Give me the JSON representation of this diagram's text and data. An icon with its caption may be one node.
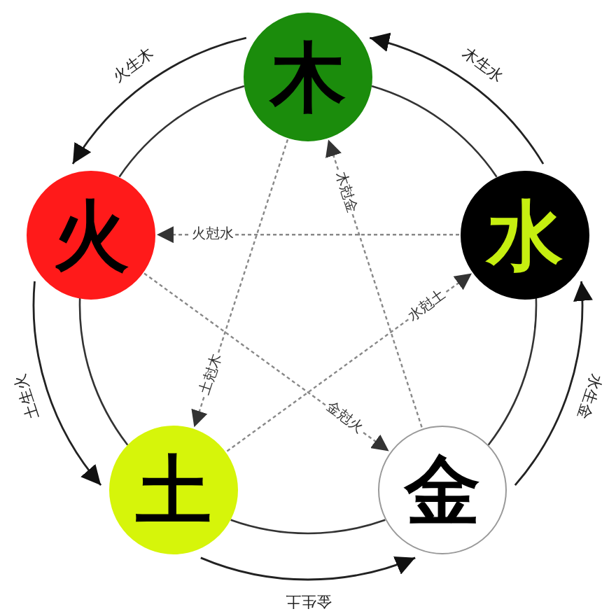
{
  "diagram": {
    "nodes": [
      {
        "text": [
          "木"
        ]
      },
      {
        "text": [
          "火"
        ]
      },
      {
        "text": [
          "水"
        ]
      },
      {
        "text": [
          "土"
        ]
      },
      {
        "text": [
          "金"
        ]
      }
    ],
    "edges": [
      {
        "from": 0,
        "to": 1,
        "arrow": "none"
      },
      {
        "from": 1,
        "to": 3,
        "arrow": "none"
      },
      {
        "from": 3,
        "to": 4,
        "arrow": "none"
      },
      {
        "from": 4,
        "to": 2,
        "arrow": "none"
      },
      {
        "from": 2,
        "to": 0,
        "arrow": "none"
      },
      {
        "from": 0,
        "to": 1,
        "arrow": "to",
        "label": "火生木"
      },
      {
        "from": 2,
        "to": 0,
        "arrow": "to",
        "label": "木生水"
      },
      {
        "from": 1,
        "to": 3,
        "arrow": "to",
        "label": "土生火"
      },
      {
        "from": 4,
        "to": 2,
        "arrow": "to",
        "label": "水生金"
      },
      {
        "from": 3,
        "to": 4,
        "arrow": "to",
        "label": "金生土"
      },
      {
        "from": 2,
        "to": 1,
        "arrow": "to",
        "style": "dashed",
        "label": "火尅水"
      },
      {
        "from": 4,
        "to": 0,
        "arrow": "to",
        "style": "dashed",
        "label": "木尅金"
      },
      {
        "from": 0,
        "to": 3,
        "arrow": "to",
        "style": "dashed",
        "label": "土尅木"
      },
      {
        "from": 3,
        "to": 2,
        "arrow": "to",
        "style": "dashed",
        "label": "水尅土"
      },
      {
        "from": 1,
        "to": 4,
        "arrow": "to",
        "style": "dashed",
        "label": "金尅火"
      }
    ]
  }
}
